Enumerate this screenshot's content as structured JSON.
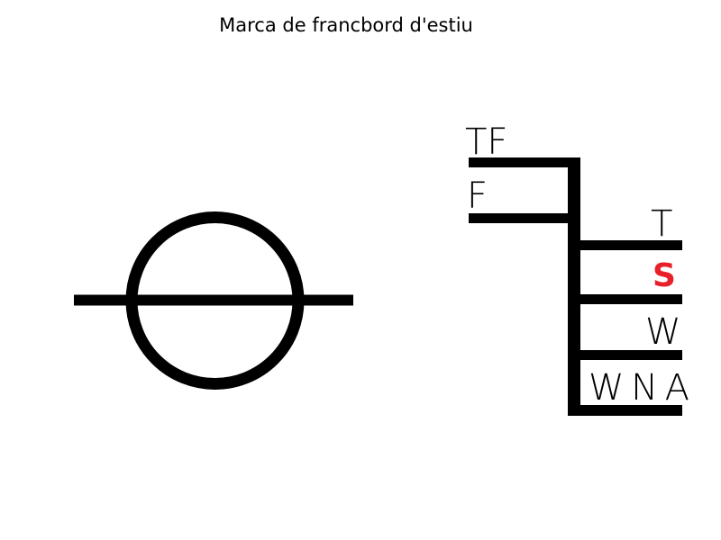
{
  "title": "Marca de francbord d'estiu",
  "plimsoll_mark": {
    "description_label": ""
  },
  "load_lines": {
    "labels": [
      {
        "key": "tf",
        "text": "TF"
      },
      {
        "key": "f",
        "text": "F"
      },
      {
        "key": "t",
        "text": "T"
      },
      {
        "key": "s",
        "text": "S",
        "highlight": true
      },
      {
        "key": "w",
        "text": "W"
      },
      {
        "key": "wna",
        "text": "WNA"
      }
    ],
    "highlight_color": "#e8202a"
  }
}
